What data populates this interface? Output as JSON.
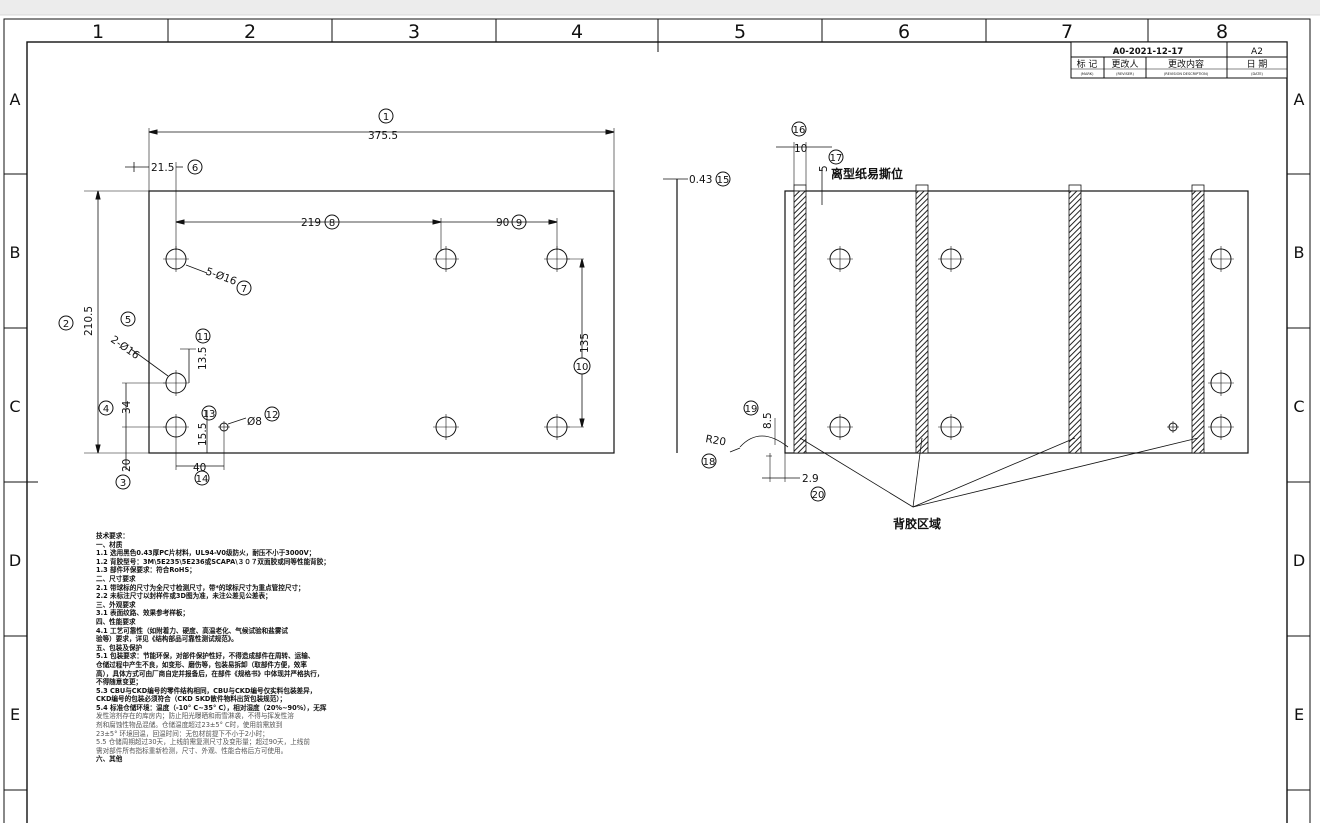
{
  "frame": {
    "columns": [
      "1",
      "2",
      "3",
      "4",
      "5",
      "6",
      "7",
      "8"
    ],
    "rows": [
      "A",
      "B",
      "C",
      "D",
      "E"
    ]
  },
  "revision_block": {
    "revision_id": "A0-2021-12-17",
    "sheet_size": "A2",
    "headers": [
      "标 记",
      "更改人",
      "更改内容",
      "日 期"
    ],
    "headers_en": [
      "(MARK)",
      "(REVISER)",
      "(REVISION DESCRIPTION)",
      "(DATE)"
    ]
  },
  "left_view": {
    "dims": {
      "overall_width": "375.5",
      "overall_height": "210.5",
      "edge_offset": "21.5",
      "span_219": "219",
      "span_90": "90",
      "span_135": "135",
      "hole_label_5": "5-Ø16",
      "hole_label_2": "2-Ø16",
      "span_13_5": "13.5",
      "span_34": "34",
      "span_15_5": "15.5",
      "small_hole": "Ø8",
      "span_40": "40",
      "span_20": "20"
    },
    "balloons": {
      "b1": "1",
      "b2": "2",
      "b3": "3",
      "b4": "4",
      "b5": "5",
      "b6": "6",
      "b7": "7",
      "b8": "8",
      "b9": "9",
      "b10": "10",
      "b11": "11",
      "b12": "12",
      "b13": "13",
      "b14": "14"
    }
  },
  "thickness": {
    "value": "0.43",
    "balloon": "15"
  },
  "right_view": {
    "dims": {
      "tab_width": "10",
      "tab_gap": "5",
      "radius": "R20",
      "r_offset": "8.5",
      "edge": "2.9"
    },
    "balloons": {
      "b16": "16",
      "b17": "17",
      "b18": "18",
      "b19": "19",
      "b20": "20"
    },
    "note_release": "离型纸易撕位",
    "adhesive_area": "背胶区域"
  },
  "notes": [
    {
      "t": "技术要求：",
      "s": "b"
    },
    {
      "t": "一、材质",
      "s": "b"
    },
    {
      "t": "1.1 选用黑色0.43厚PC片材料，UL94-V0级防火，耐压不小于3000V；",
      "s": "b"
    },
    {
      "t": "1.2 背胶型号：3M\\5E235\\5E236或SCAPA\\３０７双面胶或同等性能背胶；",
      "s": "b"
    },
    {
      "t": "1.3 部件环保要求：符合RoHS；",
      "s": "b"
    },
    {
      "t": "二、尺寸要求",
      "s": "b"
    },
    {
      "t": "2.1 带球标的尺寸为全尺寸检测尺寸，带*的球标尺寸为重点管控尺寸；",
      "s": "b"
    },
    {
      "t": "2.2 未标注尺寸以封样件或3D图为准，未注公差见公差表；",
      "s": "b"
    },
    {
      "t": "三、外观要求",
      "s": "b"
    },
    {
      "t": "3.1 表面纹路、效果参考样板；",
      "s": "b"
    },
    {
      "t": "四、性能要求",
      "s": "b"
    },
    {
      "t": "4.1 工艺可靠性（如附着力、硬度、高温老化、气候试验和盐雾试",
      "s": "b"
    },
    {
      "t": "    验等）要求，详见《结构部品可靠性测试规范》。",
      "s": "b"
    },
    {
      "t": "五、包装及保护",
      "s": "b"
    },
    {
      "t": "5.1 包装要求：节能环保，对部件保护性好，不得造成部件在周转、运输、",
      "s": "b"
    },
    {
      "t": "    仓储过程中产生不良，如变形、磨伤等，包装易拆卸（取部件方便，效率",
      "s": "b"
    },
    {
      "t": "    高），具体方式可由厂商自定并报备后，在部件《规格书》中体现并严格执行，",
      "s": "b"
    },
    {
      "t": "    不得随意变更；",
      "s": "b"
    },
    {
      "t": "5.3 CBU与CKD编号的零件结构相同，CBU与CKD编号仅实料包装差异，",
      "s": "b"
    },
    {
      "t": "    CKD编号的包装必须符合（CKD SKD散件物料出货包装规范）；",
      "s": "b"
    },
    {
      "t": "5.4 标准仓储环境：温度（-10° C~35° C），相对湿度（20%~90%），无挥",
      "s": "b"
    },
    {
      "t": "    发性溶剂存在的库房内；防止阳光曝晒和雨雪淋袭，不得与挥发性溶",
      "s": "g"
    },
    {
      "t": "    剂和腐蚀性物品混储。仓储温度超过23±5° C时，使用前需放到",
      "s": "g"
    },
    {
      "t": "    23±5° 环境回温，回温时间：无包材前提下不小于2小时；",
      "s": "g"
    },
    {
      "t": "5.5 仓储周期超过30天，上线前需复测尺寸及变形量；超过90天，上线前",
      "s": "g"
    },
    {
      "t": "    需对部件所有指标重新检测，尺寸、外观、性能合格后方可使用。",
      "s": "g"
    },
    {
      "t": "六、其他",
      "s": "b"
    }
  ]
}
